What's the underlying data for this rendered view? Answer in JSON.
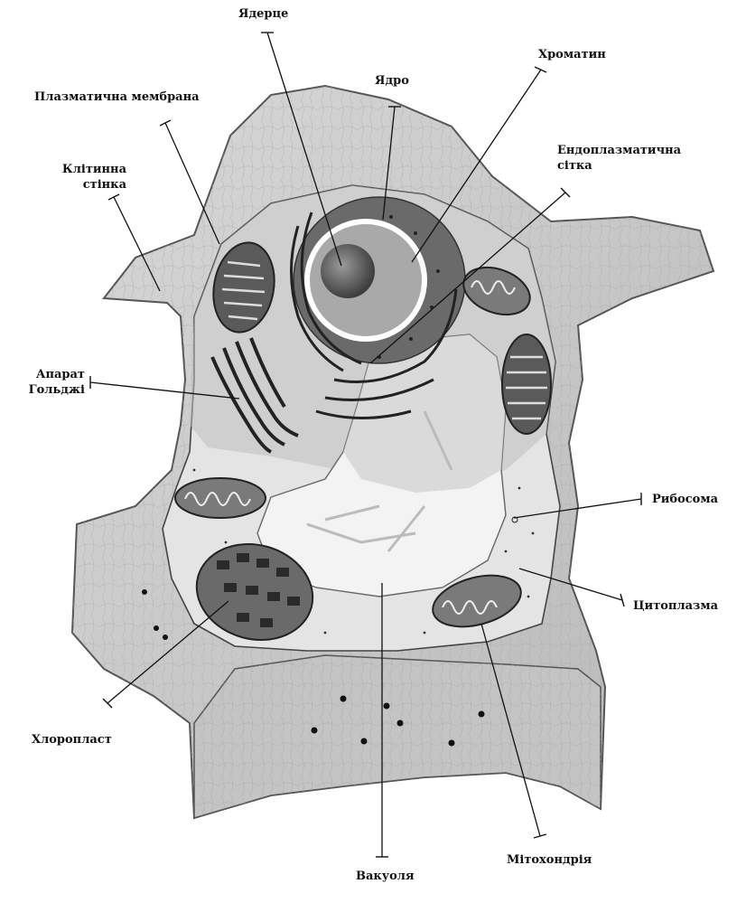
{
  "labels": {
    "nucleolus": "Ядерце",
    "nucleus": "Ядро",
    "chromatin": "Хроматин",
    "plasma_membrane": "Плазматична мембрана",
    "cell_wall_line1": "Клітинна",
    "cell_wall_line2": "стінка",
    "er_line1": "Ендоплазматична",
    "er_line2": "сітка",
    "golgi_line1": "Апарат",
    "golgi_line2": "Гольджі",
    "ribosome": "Рибосома",
    "cytoplasm": "Цитоплазма",
    "chloroplast": "Хлоропласт",
    "vacuole": "Вакуоля",
    "mitochondrion": "Мітохондрія"
  },
  "colors": {
    "cell_wall": "#c9c9c9",
    "cytoplasm": "#e6e6e6",
    "vacuole": "#f2f2f2",
    "organelle_dark": "#555555",
    "line": "#111111"
  }
}
